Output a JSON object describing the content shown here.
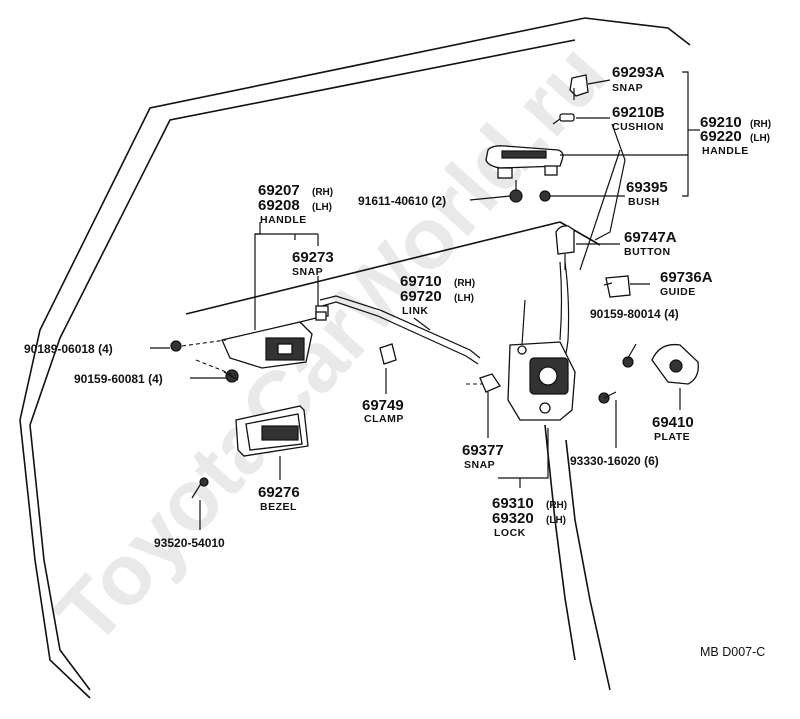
{
  "watermark": "ToyotaCarWorld.ru",
  "reference_code": "MB  D007-C",
  "labels": {
    "p69293a": {
      "number": "69293A",
      "name": "SNAP"
    },
    "p69210b": {
      "number": "69210B",
      "name": "CUSHION"
    },
    "p69210": {
      "number": "69210",
      "side": "(RH)"
    },
    "p69220": {
      "number": "69220",
      "side": "(LH)",
      "name": "HANDLE"
    },
    "p69395": {
      "number": "69395",
      "name": "BUSH"
    },
    "p69747a": {
      "number": "69747A",
      "name": "BUTTON"
    },
    "p69736a": {
      "number": "69736A",
      "name": "GUIDE"
    },
    "p69207": {
      "number": "69207",
      "side": "(RH)"
    },
    "p69208": {
      "number": "69208",
      "side": "(LH)",
      "name": "HANDLE"
    },
    "p69273": {
      "number": "69273",
      "name": "SNAP"
    },
    "p69710": {
      "number": "69710",
      "side": "(RH)"
    },
    "p69720": {
      "number": "69720",
      "side": "(LH)",
      "name": "LINK"
    },
    "p69749": {
      "number": "69749",
      "name": "CLAMP"
    },
    "p69377": {
      "number": "69377",
      "name": "SNAP"
    },
    "p69410": {
      "number": "69410",
      "name": "PLATE"
    },
    "p69276": {
      "number": "69276",
      "name": "BEZEL"
    },
    "p69310": {
      "number": "69310",
      "side": "(RH)"
    },
    "p69320": {
      "number": "69320",
      "side": "(LH)",
      "name": "LOCK"
    }
  },
  "bolts": {
    "b91611": "91611-40610 (2)",
    "b90189": "90189-06018 (4)",
    "b90159a": "90159-60081 (4)",
    "b90159b": "90159-80014 (4)",
    "b93330": "93330-16020 (6)",
    "b93520": "93520-54010"
  }
}
